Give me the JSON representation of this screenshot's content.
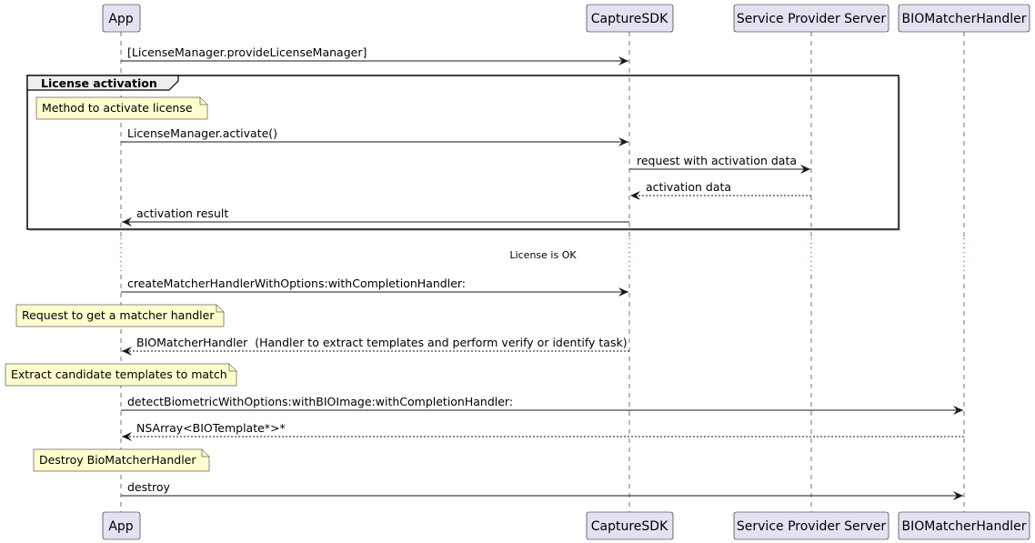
{
  "participants": {
    "app": "App",
    "capture_sdk": "CaptureSDK",
    "service_provider": "Service Provider Server",
    "bio_matcher": "BIOMatcherHandler"
  },
  "group": {
    "label": "License activation"
  },
  "messages": [
    {
      "from": "App",
      "to": "CaptureSDK",
      "style": "solid",
      "text": "[LicenseManager.provideLicenseManager]"
    },
    {
      "from": "App",
      "to": "CaptureSDK",
      "style": "solid",
      "text": "LicenseManager.activate()"
    },
    {
      "from": "CaptureSDK",
      "to": "Service Provider Server",
      "style": "solid",
      "text": "request with activation data"
    },
    {
      "from": "Service Provider Server",
      "to": "CaptureSDK",
      "style": "dashed",
      "text": "activation data"
    },
    {
      "from": "CaptureSDK",
      "to": "App",
      "style": "solid",
      "text": "activation result"
    },
    {
      "from": "App",
      "to": "CaptureSDK",
      "style": "solid",
      "text": "createMatcherHandlerWithOptions:withCompletionHandler:"
    },
    {
      "from": "CaptureSDK",
      "to": "App",
      "style": "dashed",
      "text": "BIOMatcherHandler  (Handler to extract templates and perform verify or identify task)"
    },
    {
      "from": "App",
      "to": "BIOMatcherHandler",
      "style": "solid",
      "text": "detectBiometricWithOptions:withBIOImage:withCompletionHandler:"
    },
    {
      "from": "BIOMatcherHandler",
      "to": "App",
      "style": "dashed",
      "text": "NSArray<BIOTemplate*>*"
    },
    {
      "from": "App",
      "to": "BIOMatcherHandler",
      "style": "solid",
      "text": "destroy"
    }
  ],
  "notes": [
    "Method to activate license",
    "Request to get a matcher handler",
    "Extract candidate templates to match",
    "Destroy BioMatcherHandler"
  ],
  "delay": {
    "text": "License is OK"
  },
  "colors": {
    "participant_fill": "#e2e2f0",
    "note_fill": "#fefece",
    "delay": "#a80036"
  }
}
